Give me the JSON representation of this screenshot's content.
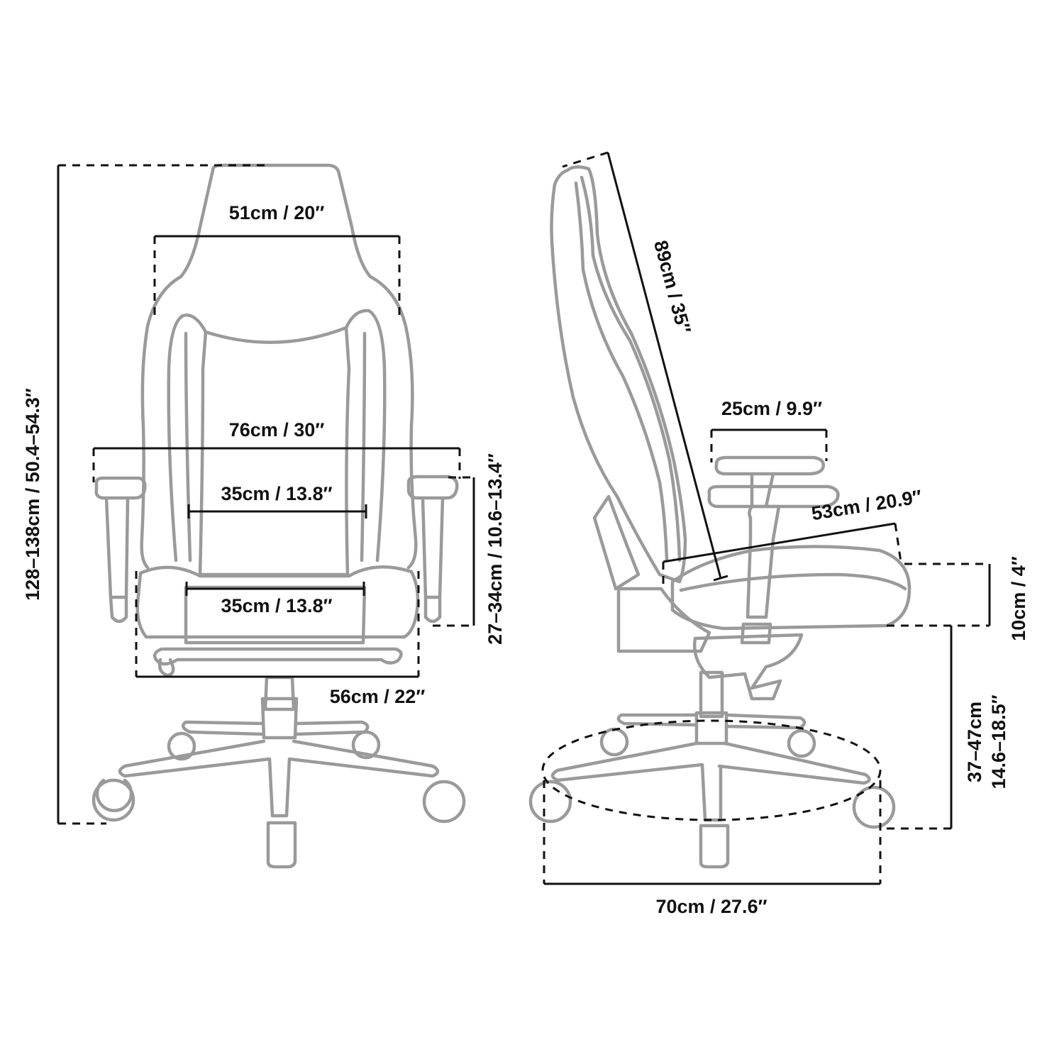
{
  "front_view": {
    "overall_height": "128–138cm / 50.4–54.3″",
    "headrest_width": "51cm / 20″",
    "armrest_span": "76cm / 30″",
    "backrest_width": "35cm / 13.8″",
    "seat_width": "35cm / 13.8″",
    "seat_outer_width": "56cm / 22″",
    "armrest_height": "27–34cm / 10.6–13.4″"
  },
  "side_view": {
    "backrest_height": "89cm / 35″",
    "armrest_pad_length": "25cm / 9.9″",
    "seat_depth": "53cm / 20.9″",
    "seat_thickness": "10cm / 4″",
    "seat_height_cm": "37–47cm",
    "seat_height_in": "14.6–18.5″",
    "base_diameter": "70cm / 27.6″"
  },
  "colors": {
    "chair_outline": "#9a9a9a",
    "dimension_line": "#111111",
    "background": "#ffffff"
  }
}
